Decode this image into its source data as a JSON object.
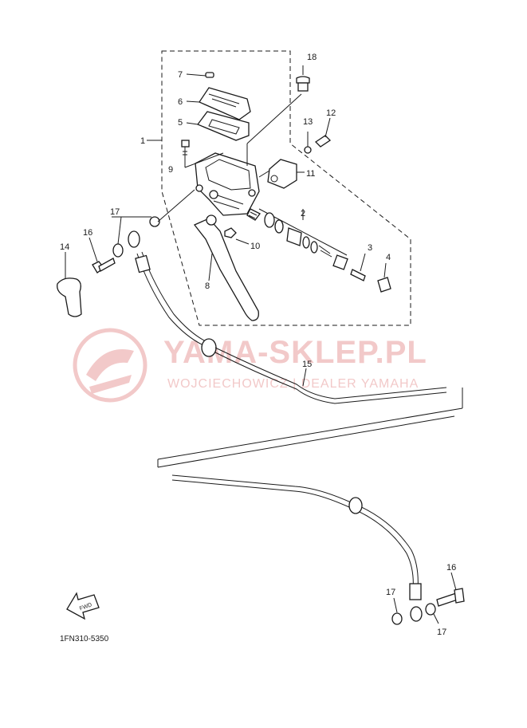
{
  "watermark": {
    "title": "YAMA-SKLEP.PL",
    "subtitle": "WOJCIECHOWICZ | DEALER YAMAHA"
  },
  "diagram_code": "1FN310-5350",
  "fwd_label": "FWD",
  "callouts": {
    "c1": "1",
    "c2": "2",
    "c3": "3",
    "c4": "4",
    "c5": "5",
    "c6": "6",
    "c7": "7",
    "c8": "8",
    "c9": "9",
    "c10": "10",
    "c11": "11",
    "c12": "12",
    "c13": "13",
    "c14": "14",
    "c15": "15",
    "c16": "16",
    "c17": "17",
    "c18": "18",
    "c16b": "16",
    "c17b": "17",
    "c17c": "17"
  },
  "colors": {
    "line": "#1a1a1a",
    "watermark": "#f2c9c9"
  }
}
